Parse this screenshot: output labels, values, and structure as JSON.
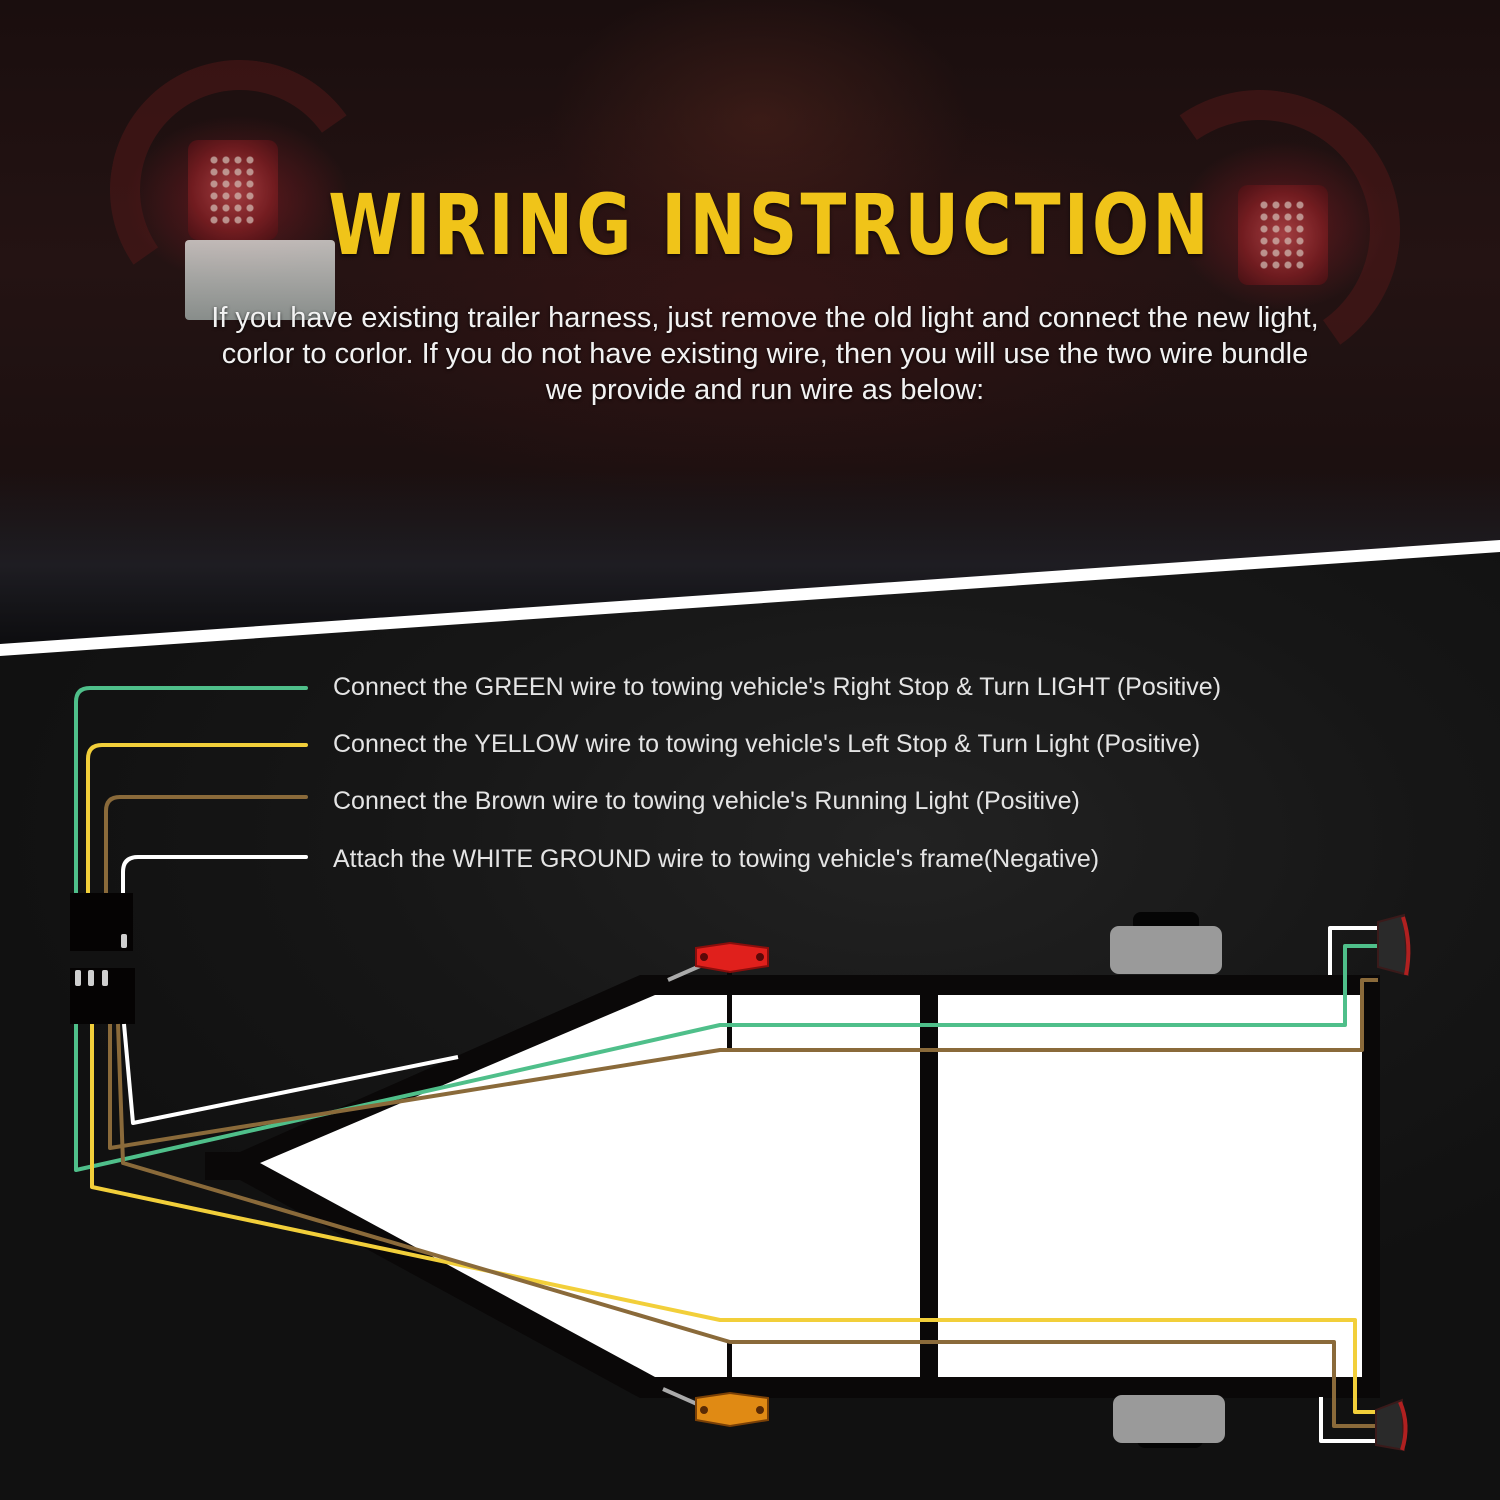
{
  "header": {
    "title": "WIRING INSTRUCTION",
    "intro_lines": [
      "If you have existing trailer harness, just remove the old light and connect the new light,",
      "corlor to corlor. If you do not have existing wire, then you will use the two wire bundle",
      "we provide and run wire as below:"
    ]
  },
  "instructions": [
    {
      "wire": "green",
      "color": "#4fbf8a",
      "text": "Connect the GREEN wire to towing vehicle's Right Stop & Turn LIGHT (Positive)"
    },
    {
      "wire": "yellow",
      "color": "#f2cf3a",
      "text": "Connect the YELLOW wire to towing vehicle's Left Stop & Turn Light (Positive)"
    },
    {
      "wire": "brown",
      "color": "#8a6a3a",
      "text": "Connect the Brown wire to towing vehicle's Running Light (Positive)"
    },
    {
      "wire": "white",
      "color": "#ffffff",
      "text": "Attach the WHITE GROUND wire to towing vehicle's frame(Negative)"
    }
  ],
  "diagram": {
    "connector": "4-way flat trailer connector",
    "side_marker_front": {
      "color": "#e0201c",
      "label": "red side marker light"
    },
    "side_marker_rear": {
      "color": "#e08a14",
      "label": "amber side marker light"
    },
    "tail_light_right": "right tail light",
    "tail_light_left": "left tail light",
    "fenders": 2
  },
  "colors": {
    "title": "#f0c419",
    "background": "#121212",
    "frame": "#0a0808",
    "deck": "#ffffff",
    "fender": "#9a9a9a"
  }
}
